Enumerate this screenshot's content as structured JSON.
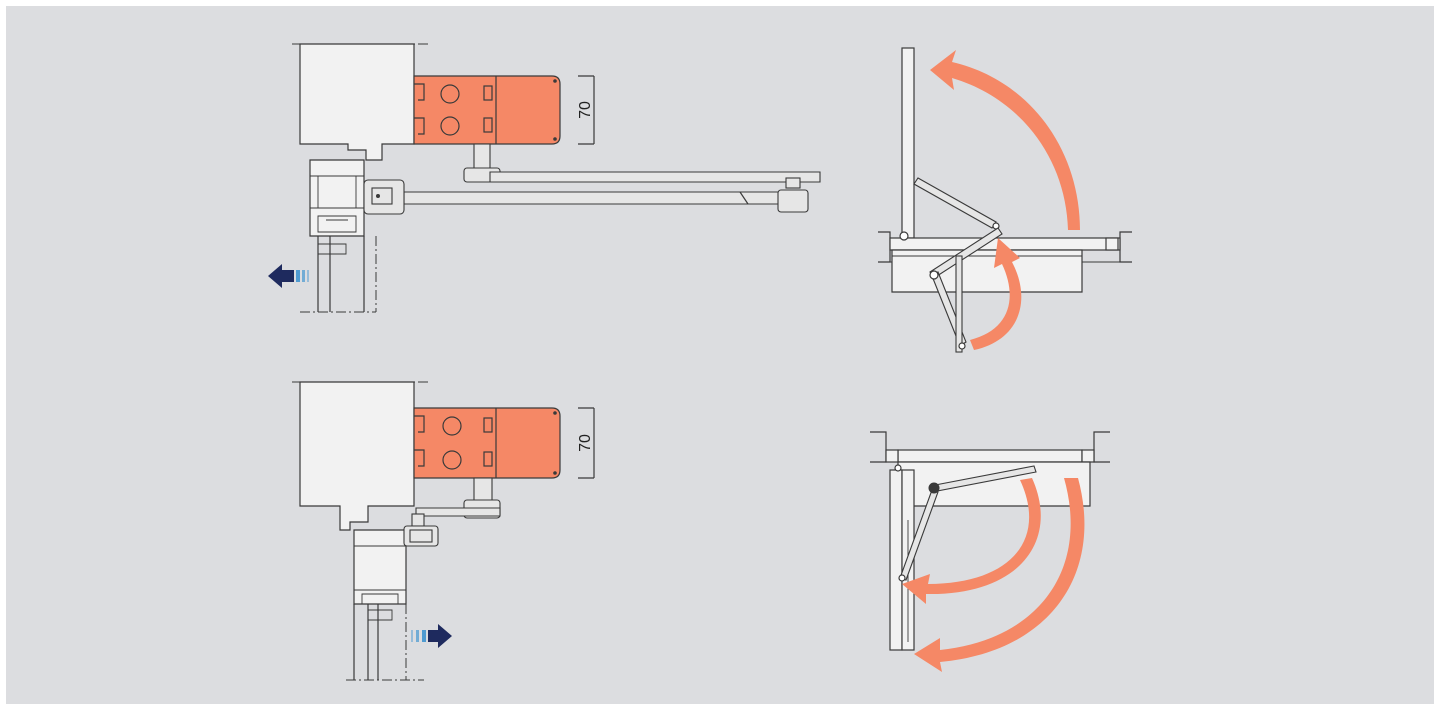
{
  "colors": {
    "background": "#dcdde0",
    "closer_body": "#f58866",
    "arc_arrow": "#f58866",
    "arrow_dark": "#1e2a5e",
    "arrow_light": "#4f9bd1",
    "line": "#3a3a3a",
    "frame_fill": "#f2f2f2",
    "arm_fill": "#e6e6e6"
  },
  "diagrams": {
    "top": {
      "dimension_label": "70",
      "opening_direction": "left",
      "installation": "pull-side"
    },
    "bottom": {
      "dimension_label": "70",
      "opening_direction": "right",
      "installation": "push-side"
    }
  },
  "icons": [
    "direction-arrow-left-icon",
    "direction-arrow-right-icon",
    "opening-arc-arrow-icon"
  ]
}
